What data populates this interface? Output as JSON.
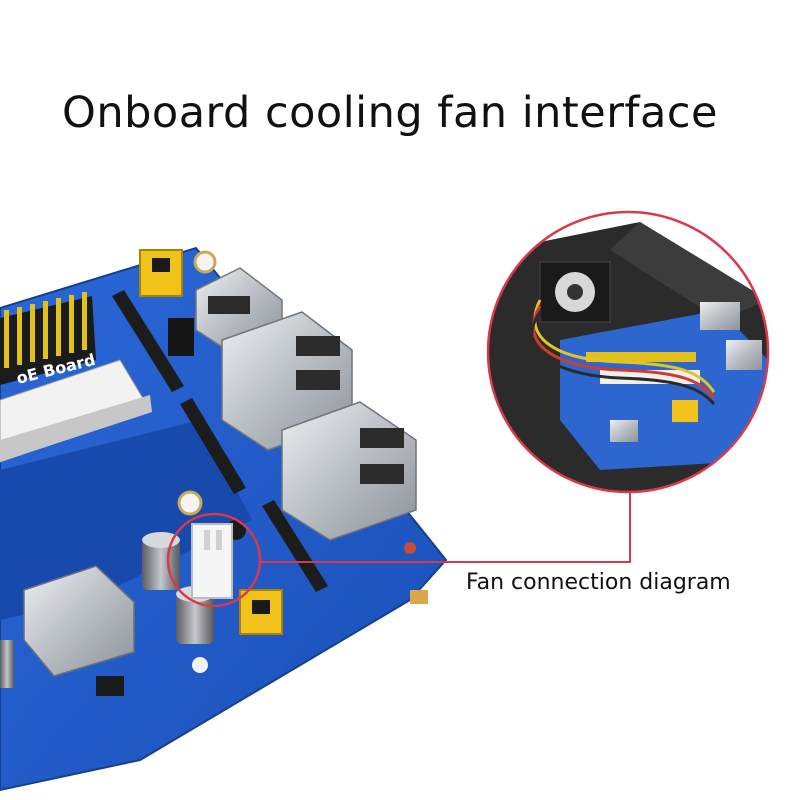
{
  "title": "Onboard cooling fan interface",
  "caption": "Fan connection diagram",
  "board_label": "oE Board",
  "colors": {
    "pcb_blue": "#1f58c8",
    "pcb_dark": "#173f9a",
    "callout_red": "#d93a4a",
    "header_yellow": "#e2c21a",
    "metal": "#c9cdd2"
  }
}
